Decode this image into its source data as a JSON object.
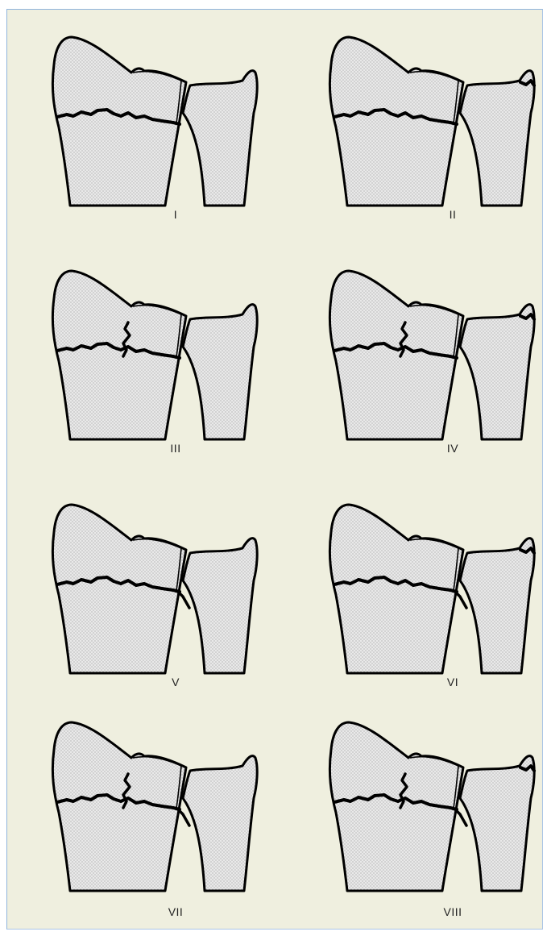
{
  "figure": {
    "panels": [
      {
        "label": "I",
        "has_ulnar_styloid_fracture": false,
        "has_radioulnar_joint_fracture": false
      },
      {
        "label": "II",
        "has_ulnar_styloid_fracture": true,
        "has_radioulnar_joint_fracture": false
      },
      {
        "label": "III",
        "has_ulnar_styloid_fracture": false,
        "has_radioulnar_joint_fracture": false
      },
      {
        "label": "IV",
        "has_ulnar_styloid_fracture": true,
        "has_radioulnar_joint_fracture": false
      },
      {
        "label": "V",
        "has_ulnar_styloid_fracture": false,
        "has_radioulnar_joint_fracture": true
      },
      {
        "label": "VI",
        "has_ulnar_styloid_fracture": true,
        "has_radioulnar_joint_fracture": true
      },
      {
        "label": "VII",
        "has_ulnar_styloid_fracture": false,
        "has_radioulnar_joint_fracture": true
      },
      {
        "label": "VIII",
        "has_ulnar_styloid_fracture": true,
        "has_radioulnar_joint_fracture": true
      }
    ],
    "colors": {
      "background": "#efefdf",
      "bone_fill": "#e9e9e9",
      "stipple": "#7a7a7a",
      "outline": "#000000",
      "frame_border": "#8fb3dc"
    }
  }
}
